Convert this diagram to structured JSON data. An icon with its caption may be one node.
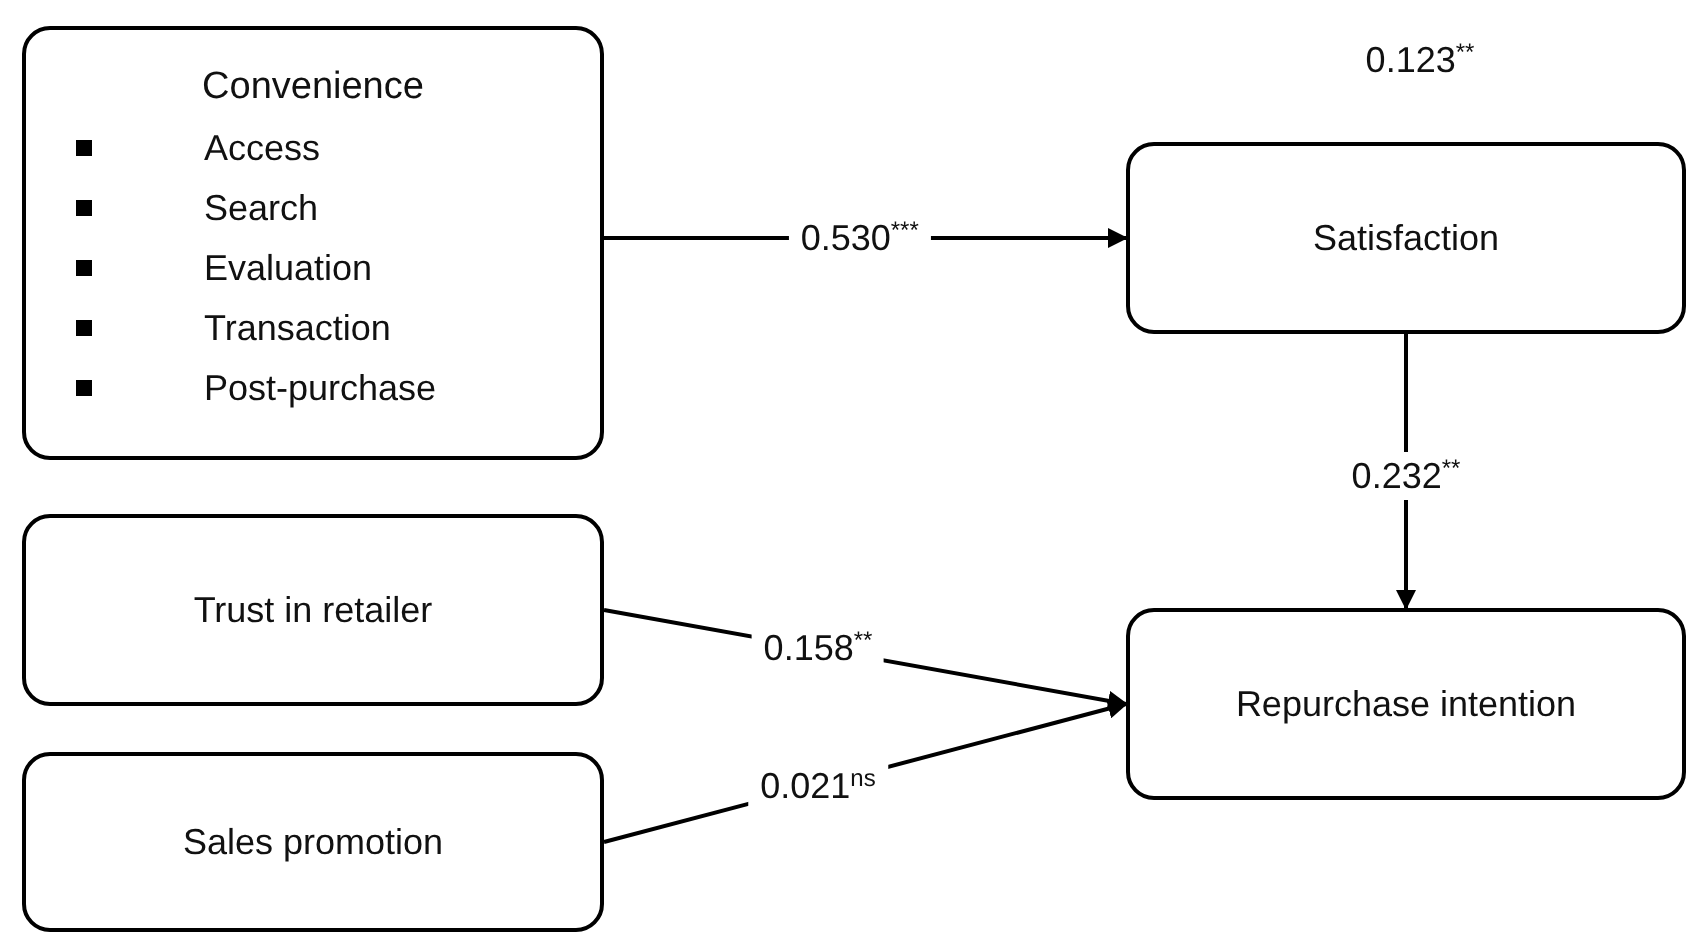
{
  "diagram": {
    "nodes": [
      {
        "text": [
          "Convenience",
          "Access",
          "Search",
          "Evaluation",
          "Transaction",
          "Post-purchase"
        ]
      },
      {
        "text": [
          "Satisfaction"
        ]
      },
      {
        "text": [
          "Trust in retailer"
        ]
      },
      {
        "text": [
          "Sales promotion"
        ]
      },
      {
        "text": [
          "Repurchase intention"
        ]
      }
    ],
    "edges": [
      {
        "from": 0,
        "to": 1,
        "arrow": "to",
        "label": "0.530$^{***}$"
      },
      {
        "from": 1,
        "to": 4,
        "arrow": "to",
        "label": "0.232$^{**}$"
      },
      {
        "from": 2,
        "to": 4,
        "arrow": "to",
        "label": "0.158$^{**}$"
      },
      {
        "from": 3,
        "to": 4,
        "arrow": "to",
        "label": "0.021$^{ns}$"
      }
    ],
    "labels": [
      "0.123$^{**}$"
    ]
  }
}
